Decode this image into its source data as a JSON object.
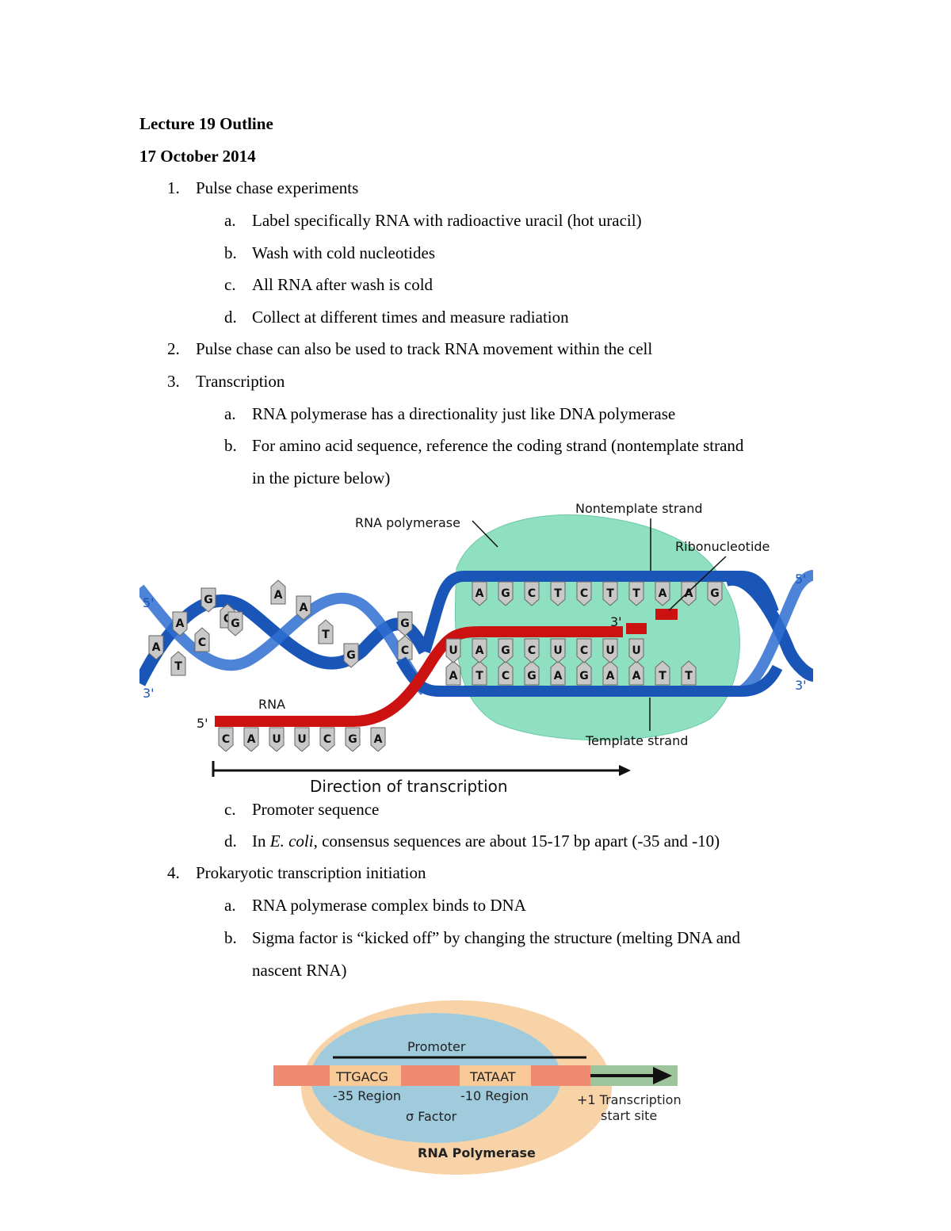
{
  "title": "Lecture 19 Outline",
  "date": "17 October 2014",
  "outline": [
    {
      "num": "1.",
      "text": "Pulse chase experiments",
      "sub": [
        {
          "letter": "a.",
          "text": "Label specifically RNA with radioactive uracil (hot uracil)"
        },
        {
          "letter": "b.",
          "text": "Wash with cold nucleotides"
        },
        {
          "letter": "c.",
          "text": "All RNA after wash is cold"
        },
        {
          "letter": "d.",
          "text": "Collect at different times and measure radiation"
        }
      ]
    },
    {
      "num": "2.",
      "text": "Pulse chase can also be used to track RNA movement within the cell"
    },
    {
      "num": "3.",
      "text": "Transcription",
      "sub": [
        {
          "letter": "a.",
          "text": "RNA polymerase has a directionality just like DNA polymerase"
        },
        {
          "letter": "b.",
          "text": "For amino acid sequence, reference the coding strand (nontemplate strand",
          "cont": "in the picture below)"
        },
        {
          "letter": "c.",
          "text": "Promoter sequence"
        },
        {
          "letter": "d.",
          "text_pre": "In ",
          "text_em": "E. coli",
          "text_post": ", consensus sequences are about 15-17 bp apart (-35 and -10)"
        }
      ]
    },
    {
      "num": "4.",
      "text": "Prokaryotic transcription initiation",
      "sub": [
        {
          "letter": "a.",
          "text": "RNA polymerase complex binds to DNA"
        },
        {
          "letter": "b.",
          "text": "Sigma factor is “kicked off” by changing the structure (melting DNA and",
          "cont": "nascent RNA)"
        }
      ]
    }
  ],
  "figure1": {
    "rna_polymerase": "RNA polymerase",
    "nontemplate": "Nontemplate strand",
    "ribonucleotide": "Ribonucleotide",
    "template": "Template strand",
    "rna": "RNA",
    "direction": "Direction of transcription",
    "five_prime": "5'",
    "three_prime": "3'",
    "top_bases": [
      "A",
      "G",
      "C",
      "T",
      "C",
      "T",
      "T",
      "A",
      "A",
      "G"
    ],
    "rna_bases_in_bubble": [
      "U",
      "A",
      "G",
      "C",
      "U",
      "C",
      "U",
      "U"
    ],
    "template_bases": [
      "A",
      "T",
      "C",
      "G",
      "A",
      "G",
      "A",
      "A",
      "T",
      "T"
    ],
    "rna_tail_bases": [
      "C",
      "A",
      "U",
      "U",
      "C",
      "G",
      "A"
    ],
    "left_helix_bases": [
      "A",
      "T",
      "A",
      "C",
      "G",
      "C",
      "G",
      "A",
      "A",
      "T",
      "G",
      "C",
      "G"
    ],
    "colors": {
      "helix": "#1a56b8",
      "rna": "#cc1111",
      "polymerase": "#8fe0c0",
      "base": "#c8c8c8"
    }
  },
  "figure2": {
    "promoter": "Promoter",
    "box35": "TTGACG",
    "box10": "TATAAT",
    "region35": "-35 Region",
    "region10": "-10 Region",
    "sigma": "σ Factor",
    "start1": "+1 Transcription",
    "start2": "start site",
    "polymerase": "RNA Polymerase",
    "colors": {
      "outer": "#f9d3a8",
      "inner": "#9fcbdd",
      "dna": "#ee8a70",
      "box": "#f9c998",
      "downstream": "#9dc49a"
    }
  }
}
